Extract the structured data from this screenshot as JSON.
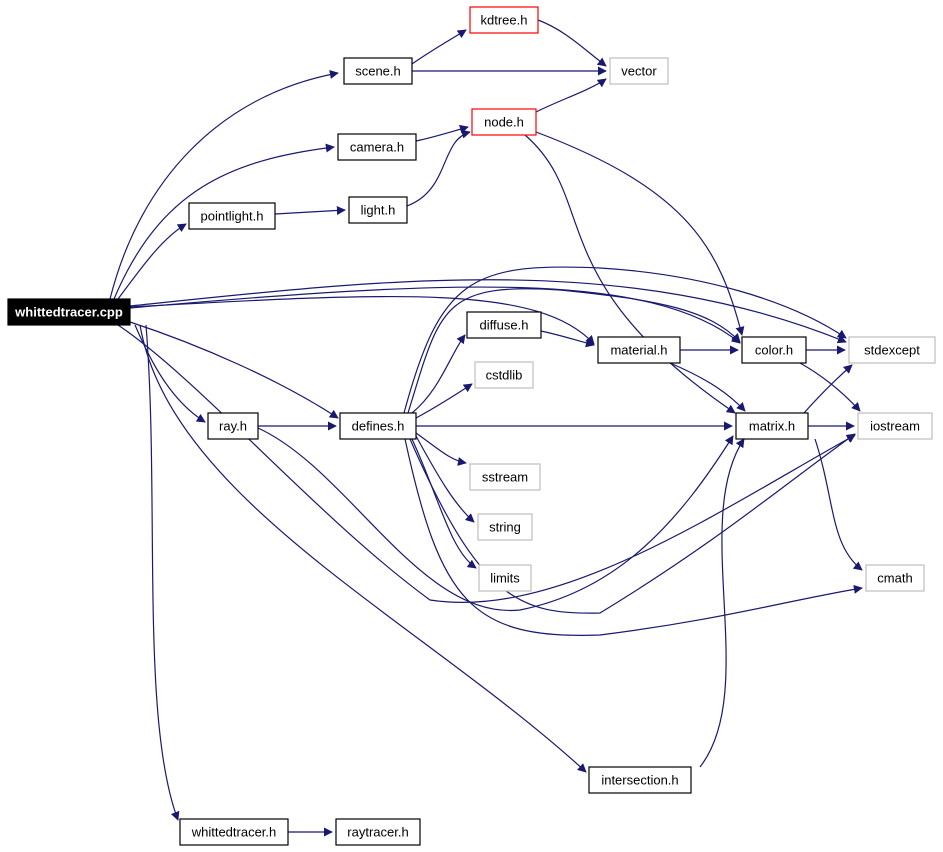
{
  "colors": {
    "edge": "#191970",
    "local_border": "#000000",
    "system_border": "#bfbfbf",
    "missing_border": "#ff0000",
    "root_fill": "#000000",
    "root_text": "#ffffff",
    "node_fill": "#ffffff"
  },
  "nodes": [
    {
      "id": "whittedtracer_cpp",
      "label": "whittedtracer.cpp",
      "kind": "root"
    },
    {
      "id": "scene_h",
      "label": "scene.h",
      "kind": "local"
    },
    {
      "id": "kdtree_h",
      "label": "kdtree.h",
      "kind": "missing"
    },
    {
      "id": "vector",
      "label": "vector",
      "kind": "system"
    },
    {
      "id": "node_h",
      "label": "node.h",
      "kind": "missing"
    },
    {
      "id": "camera_h",
      "label": "camera.h",
      "kind": "local"
    },
    {
      "id": "pointlight_h",
      "label": "pointlight.h",
      "kind": "local"
    },
    {
      "id": "light_h",
      "label": "light.h",
      "kind": "local"
    },
    {
      "id": "diffuse_h",
      "label": "diffuse.h",
      "kind": "local"
    },
    {
      "id": "material_h",
      "label": "material.h",
      "kind": "local"
    },
    {
      "id": "color_h",
      "label": "color.h",
      "kind": "local"
    },
    {
      "id": "stdexcept",
      "label": "stdexcept",
      "kind": "system"
    },
    {
      "id": "cstdlib",
      "label": "cstdlib",
      "kind": "system"
    },
    {
      "id": "ray_h",
      "label": "ray.h",
      "kind": "local"
    },
    {
      "id": "defines_h",
      "label": "defines.h",
      "kind": "local"
    },
    {
      "id": "matrix_h",
      "label": "matrix.h",
      "kind": "local"
    },
    {
      "id": "iostream",
      "label": "iostream",
      "kind": "system"
    },
    {
      "id": "sstream",
      "label": "sstream",
      "kind": "system"
    },
    {
      "id": "string",
      "label": "string",
      "kind": "system"
    },
    {
      "id": "limits",
      "label": "limits",
      "kind": "system"
    },
    {
      "id": "cmath",
      "label": "cmath",
      "kind": "system"
    },
    {
      "id": "intersection_h",
      "label": "intersection.h",
      "kind": "local"
    },
    {
      "id": "whittedtracer_h",
      "label": "whittedtracer.h",
      "kind": "local"
    },
    {
      "id": "raytracer_h",
      "label": "raytracer.h",
      "kind": "local"
    }
  ],
  "edges": [
    {
      "from": "whittedtracer_cpp",
      "to": "scene_h"
    },
    {
      "from": "whittedtracer_cpp",
      "to": "camera_h"
    },
    {
      "from": "whittedtracer_cpp",
      "to": "pointlight_h"
    },
    {
      "from": "whittedtracer_cpp",
      "to": "stdexcept"
    },
    {
      "from": "whittedtracer_cpp",
      "to": "material_h"
    },
    {
      "from": "whittedtracer_cpp",
      "to": "color_h"
    },
    {
      "from": "whittedtracer_cpp",
      "to": "defines_h"
    },
    {
      "from": "whittedtracer_cpp",
      "to": "ray_h"
    },
    {
      "from": "whittedtracer_cpp",
      "to": "intersection_h"
    },
    {
      "from": "whittedtracer_cpp",
      "to": "whittedtracer_h"
    },
    {
      "from": "whittedtracer_cpp",
      "to": "iostream"
    },
    {
      "from": "scene_h",
      "to": "kdtree_h"
    },
    {
      "from": "scene_h",
      "to": "vector"
    },
    {
      "from": "kdtree_h",
      "to": "vector"
    },
    {
      "from": "node_h",
      "to": "vector"
    },
    {
      "from": "camera_h",
      "to": "node_h"
    },
    {
      "from": "light_h",
      "to": "node_h"
    },
    {
      "from": "node_h",
      "to": "color_h"
    },
    {
      "from": "node_h",
      "to": "matrix_h"
    },
    {
      "from": "pointlight_h",
      "to": "light_h"
    },
    {
      "from": "diffuse_h",
      "to": "material_h"
    },
    {
      "from": "material_h",
      "to": "color_h"
    },
    {
      "from": "material_h",
      "to": "matrix_h"
    },
    {
      "from": "color_h",
      "to": "stdexcept"
    },
    {
      "from": "color_h",
      "to": "iostream"
    },
    {
      "from": "ray_h",
      "to": "defines_h"
    },
    {
      "from": "ray_h",
      "to": "matrix_h"
    },
    {
      "from": "defines_h",
      "to": "diffuse_h"
    },
    {
      "from": "defines_h",
      "to": "cstdlib"
    },
    {
      "from": "defines_h",
      "to": "matrix_h"
    },
    {
      "from": "defines_h",
      "to": "sstream"
    },
    {
      "from": "defines_h",
      "to": "string"
    },
    {
      "from": "defines_h",
      "to": "limits"
    },
    {
      "from": "defines_h",
      "to": "color_h"
    },
    {
      "from": "defines_h",
      "to": "stdexcept"
    },
    {
      "from": "defines_h",
      "to": "iostream"
    },
    {
      "from": "defines_h",
      "to": "cmath"
    },
    {
      "from": "matrix_h",
      "to": "stdexcept"
    },
    {
      "from": "matrix_h",
      "to": "iostream"
    },
    {
      "from": "matrix_h",
      "to": "cmath"
    },
    {
      "from": "intersection_h",
      "to": "matrix_h"
    },
    {
      "from": "whittedtracer_h",
      "to": "raytracer_h"
    }
  ]
}
